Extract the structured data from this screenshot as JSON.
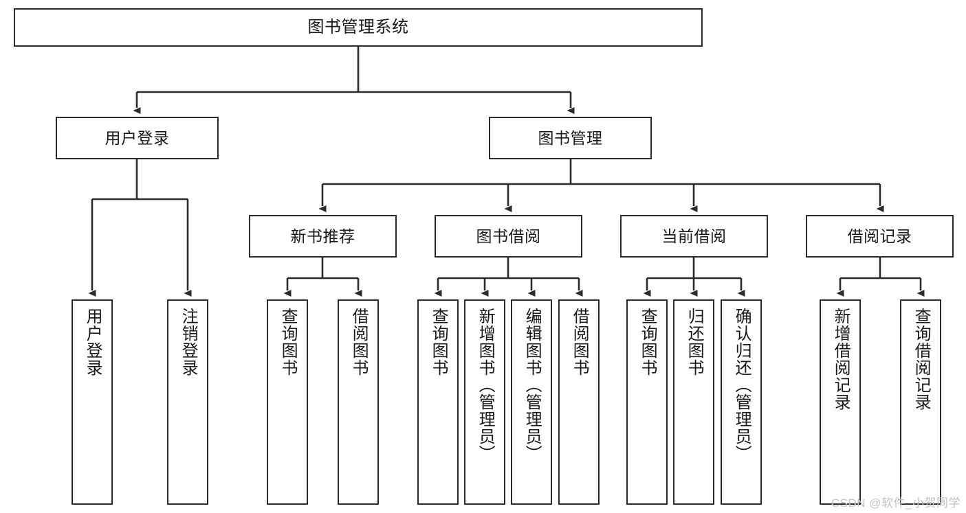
{
  "diagram": {
    "type": "tree-hierarchy-chart",
    "title": "图书管理系统",
    "colors": {
      "box_border": "#2b2b2b",
      "box_fill": "#ffffff",
      "connector": "#2b2b2b",
      "text": "#1a1a1a",
      "watermark": "#c2c2c2",
      "background": "#ffffff"
    },
    "nodes": {
      "root": {
        "label": "图书管理系统"
      },
      "level2": [
        {
          "label": "用户登录"
        },
        {
          "label": "图书管理"
        }
      ],
      "level3": [
        {
          "label": "新书推荐"
        },
        {
          "label": "图书借阅"
        },
        {
          "label": "当前借阅"
        },
        {
          "label": "借阅记录"
        }
      ],
      "leaves": {
        "user_login": [
          {
            "label": "用户登录"
          },
          {
            "label": "注销登录"
          }
        ],
        "new_book": [
          {
            "label": "查询图书"
          },
          {
            "label": "借阅图书"
          }
        ],
        "book_borrow": [
          {
            "label": "查询图书"
          },
          {
            "label": "新增图书（管理员）"
          },
          {
            "label": "编辑图书（管理员）"
          },
          {
            "label": "借阅图书"
          }
        ],
        "current_borrow": [
          {
            "label": "查询图书"
          },
          {
            "label": "归还图书"
          },
          {
            "label": "确认归还（管理员）"
          }
        ],
        "borrow_record": [
          {
            "label": "新增借阅记录"
          },
          {
            "label": "查询借阅记录"
          }
        ]
      }
    },
    "watermark": "CSDN @软件_小贺同学"
  }
}
